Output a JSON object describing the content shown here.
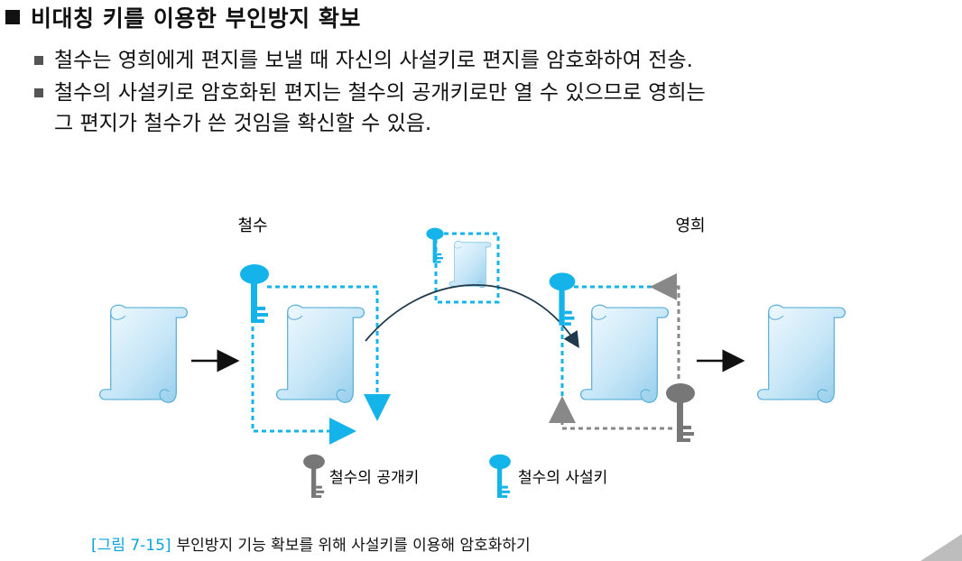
{
  "heading": "비대칭 키를 이용한 부인방지 확보",
  "bullets": [
    "철수는 영희에게 편지를 보낼 때 자신의 사설키로 편지를 암호화하여 전송.",
    "철수의 사설키로 암호화된 편지는 철수의 공개키로만 열 수 있으므로 영희는\n그 편지가 철수가 쓴 것임을 확신할 수 있음."
  ],
  "diagram": {
    "sender_label": "철수",
    "receiver_label": "영희",
    "legend": {
      "public_key_label": "철수의 공개키",
      "private_key_label": "철수의 사설키"
    },
    "colors": {
      "private_key": "#14b4ea",
      "public_key": "#777777",
      "arrow": "#1e3a4c"
    }
  },
  "caption": {
    "number": "[그림 7-15]",
    "text": "부인방지 기능 확보를 위해 사설키를 이용해 암호화하기"
  }
}
